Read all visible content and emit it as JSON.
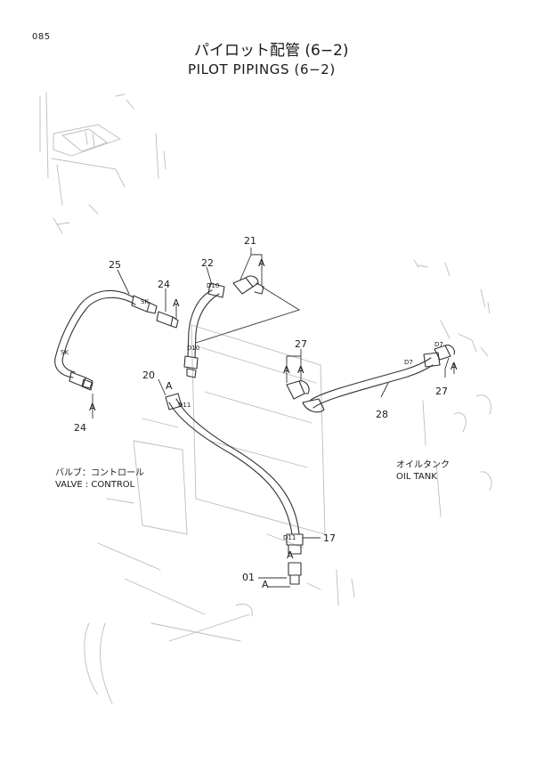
{
  "page_number": "085",
  "title_jp": "パイロット配管 (6−2)",
  "title_en": "PILOT PIPINGS (6−2)",
  "components": {
    "valve_control_jp": "バルブ：コントロール",
    "valve_control_en": "VALVE : CONTROL",
    "oil_tank_jp": "オイルタンク",
    "oil_tank_en": "OIL TANK"
  },
  "callouts": [
    "25",
    "24",
    "22",
    "21",
    "20",
    "27",
    "28",
    "17",
    "01",
    "24",
    "27"
  ],
  "detail_marks": [
    "A",
    "A",
    "A",
    "A",
    "A",
    "A",
    "A",
    "A",
    "A"
  ],
  "fitting_marks": [
    "SK",
    "SK",
    "D10",
    "D10",
    "D11",
    "D7",
    "D7",
    "D11"
  ]
}
